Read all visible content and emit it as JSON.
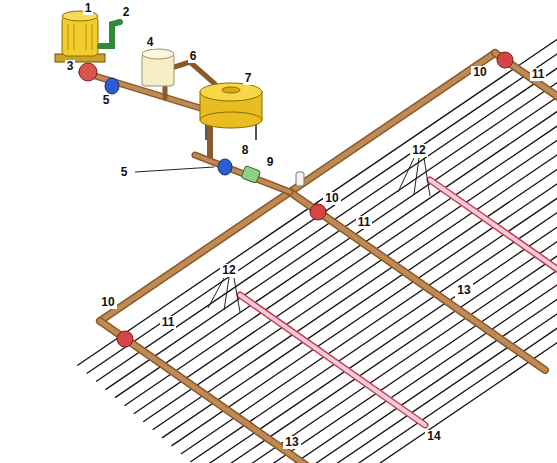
{
  "diagram": {
    "labels": [
      "1",
      "2",
      "3",
      "4",
      "5",
      "6",
      "7",
      "8",
      "5",
      "9",
      "10",
      "11",
      "12",
      "10",
      "11",
      "12",
      "10",
      "11",
      "13",
      "14",
      "13"
    ]
  }
}
